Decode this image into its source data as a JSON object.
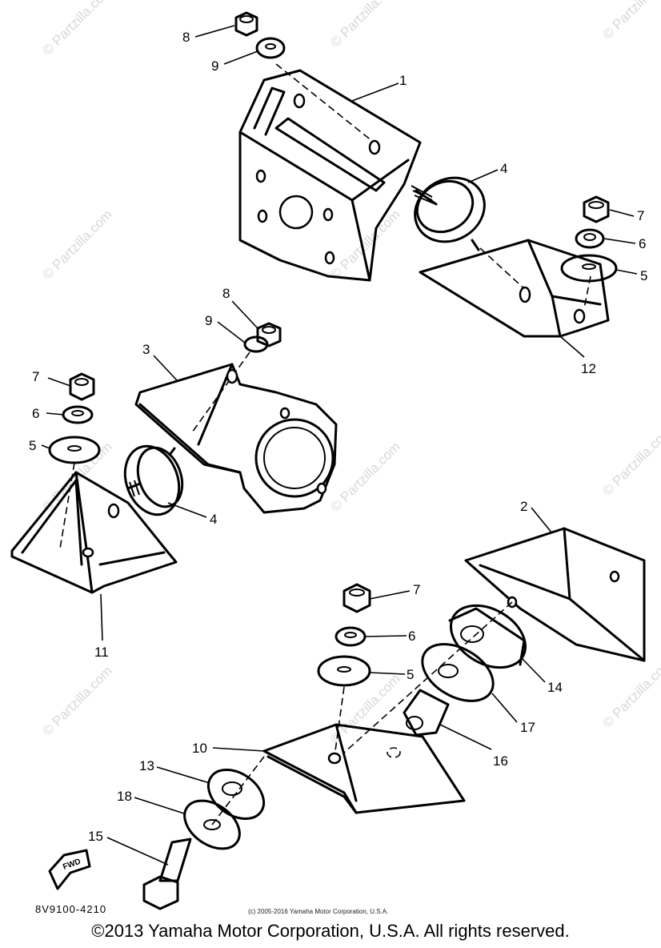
{
  "watermark": "© Partzilla.com",
  "diagram_code": "8V9100-4210",
  "small_copyright": "(c) 2005-2016 Yamaha Motor Corporation, U.S.A.",
  "copyright": "©2013 Yamaha Motor Corporation, U.S.A. All rights reserved.",
  "fwd_label": "FWD",
  "callouts": {
    "c1": "1",
    "c2": "2",
    "c3": "3",
    "c4a": "4",
    "c4b": "4",
    "c5a": "5",
    "c5b": "5",
    "c5c": "5",
    "c6a": "6",
    "c6b": "6",
    "c6c": "6",
    "c7a": "7",
    "c7b": "7",
    "c7c": "7",
    "c8a": "8",
    "c8b": "8",
    "c9a": "9",
    "c9b": "9",
    "c10": "10",
    "c11": "11",
    "c12": "12",
    "c13": "13",
    "c14": "14",
    "c15": "15",
    "c16": "16",
    "c17": "17",
    "c18": "18"
  }
}
